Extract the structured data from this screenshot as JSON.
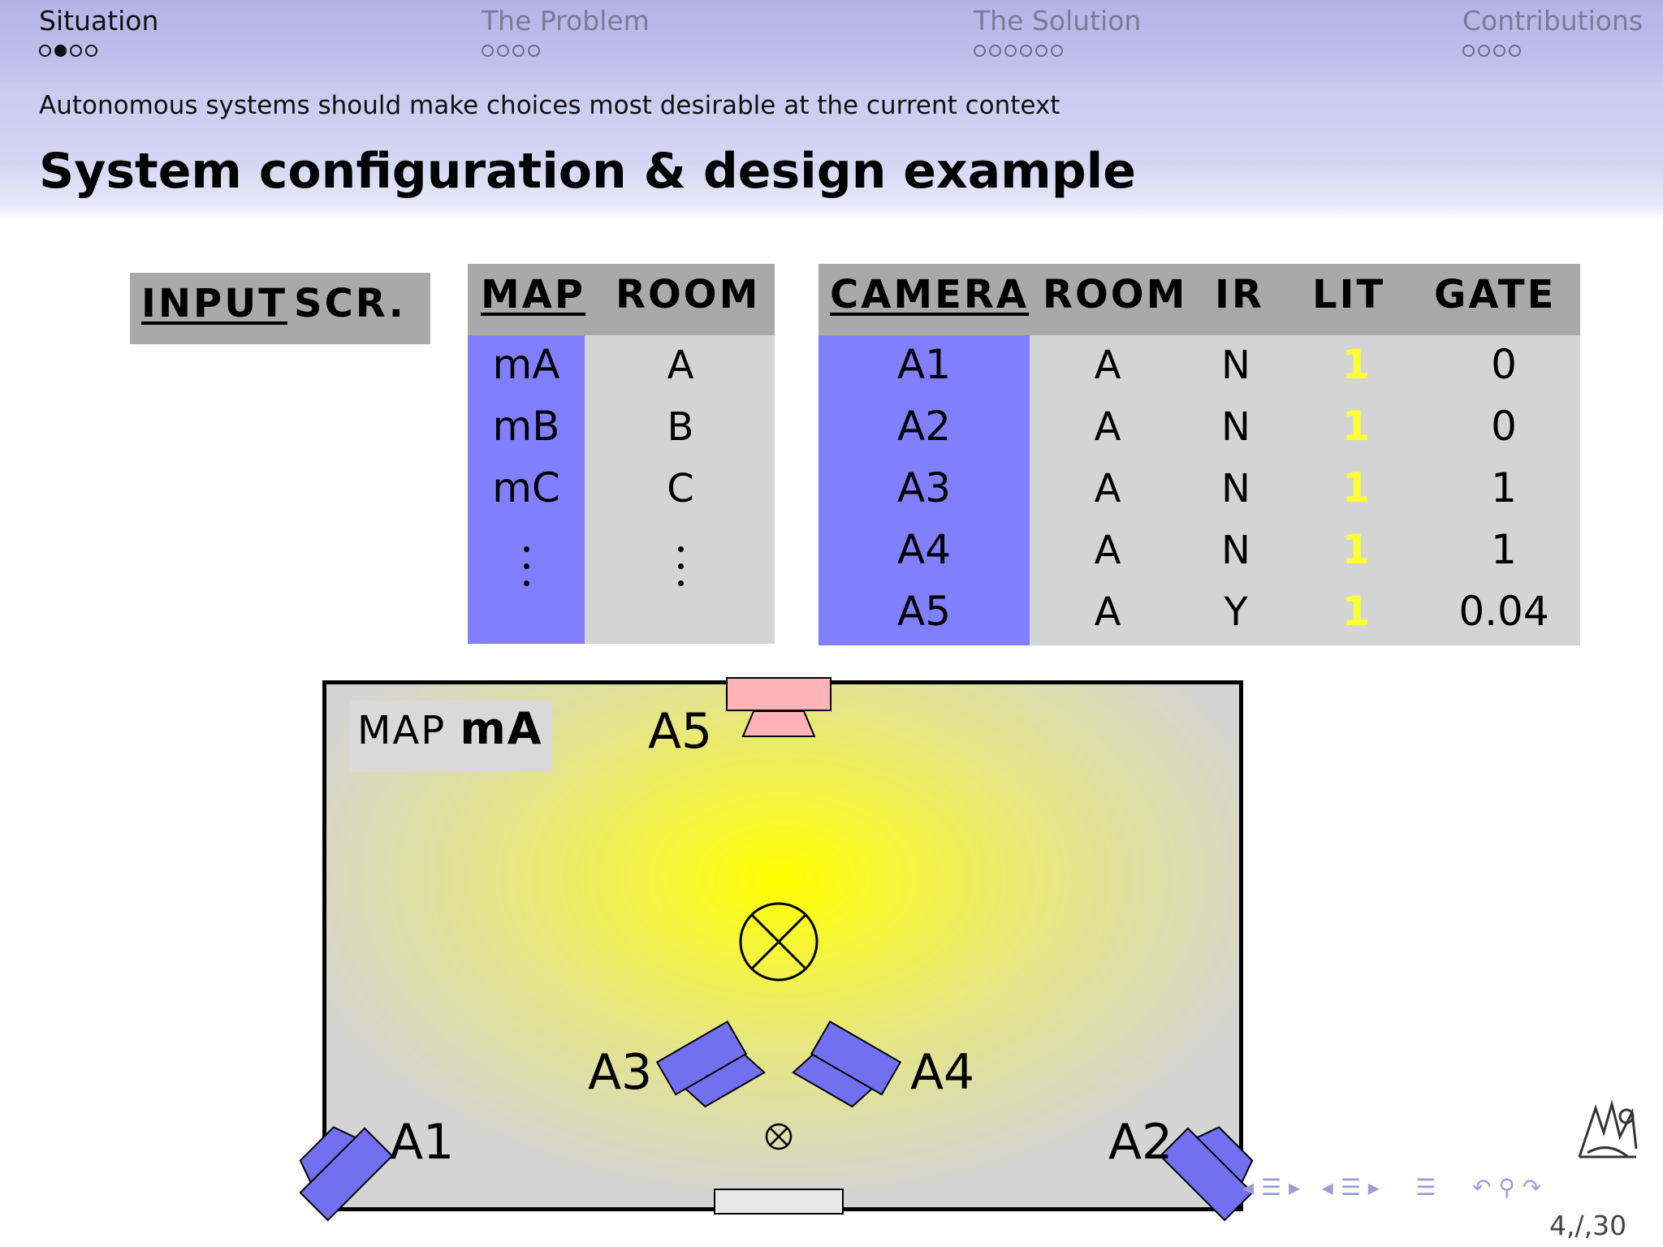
{
  "nav": {
    "sections": [
      {
        "title": "Situation",
        "dots": 4,
        "filled": 1,
        "active": true
      },
      {
        "title": "The Problem",
        "dots": 4,
        "filled": -1,
        "active": false
      },
      {
        "title": "The Solution",
        "dots": 6,
        "filled": -1,
        "active": false
      },
      {
        "title": "Contributions",
        "dots": 4,
        "filled": -1,
        "active": false
      }
    ]
  },
  "subsection": "Autonomous systems should make choices most desirable at the current context",
  "frame_title": "System configuration & design example",
  "input_table": {
    "label_input": "INPUT",
    "label_scr": "SCR."
  },
  "map_table": {
    "headers": {
      "map": "MAP",
      "room": "ROOM"
    },
    "rows": [
      {
        "map": "mA",
        "room": "A"
      },
      {
        "map": "mB",
        "room": "B"
      },
      {
        "map": "mC",
        "room": "C"
      }
    ]
  },
  "camera_table": {
    "headers": {
      "camera": "CAMERA",
      "room": "ROOM",
      "ir": "IR",
      "lit": "LIT",
      "gate": "GATE"
    },
    "rows": [
      {
        "camera": "A1",
        "room": "A",
        "ir": "N",
        "lit": "1",
        "gate": "0"
      },
      {
        "camera": "A2",
        "room": "A",
        "ir": "N",
        "lit": "1",
        "gate": "0"
      },
      {
        "camera": "A3",
        "room": "A",
        "ir": "N",
        "lit": "1",
        "gate": "1"
      },
      {
        "camera": "A4",
        "room": "A",
        "ir": "N",
        "lit": "1",
        "gate": "1"
      },
      {
        "camera": "A5",
        "room": "A",
        "ir": "Y",
        "lit": "1",
        "gate": "0.04"
      }
    ],
    "key_color": "#8080ff",
    "lit_color": "#ffff33"
  },
  "map": {
    "label_prefix": "MAP",
    "label_name": "mA",
    "cameras": [
      "A1",
      "A2",
      "A3",
      "A4",
      "A5"
    ],
    "camera_color": "#7070f0",
    "gate_color": "#ffb3b8",
    "light_color": "#ffff00"
  },
  "footer": {
    "page_text": "4,/,30"
  }
}
